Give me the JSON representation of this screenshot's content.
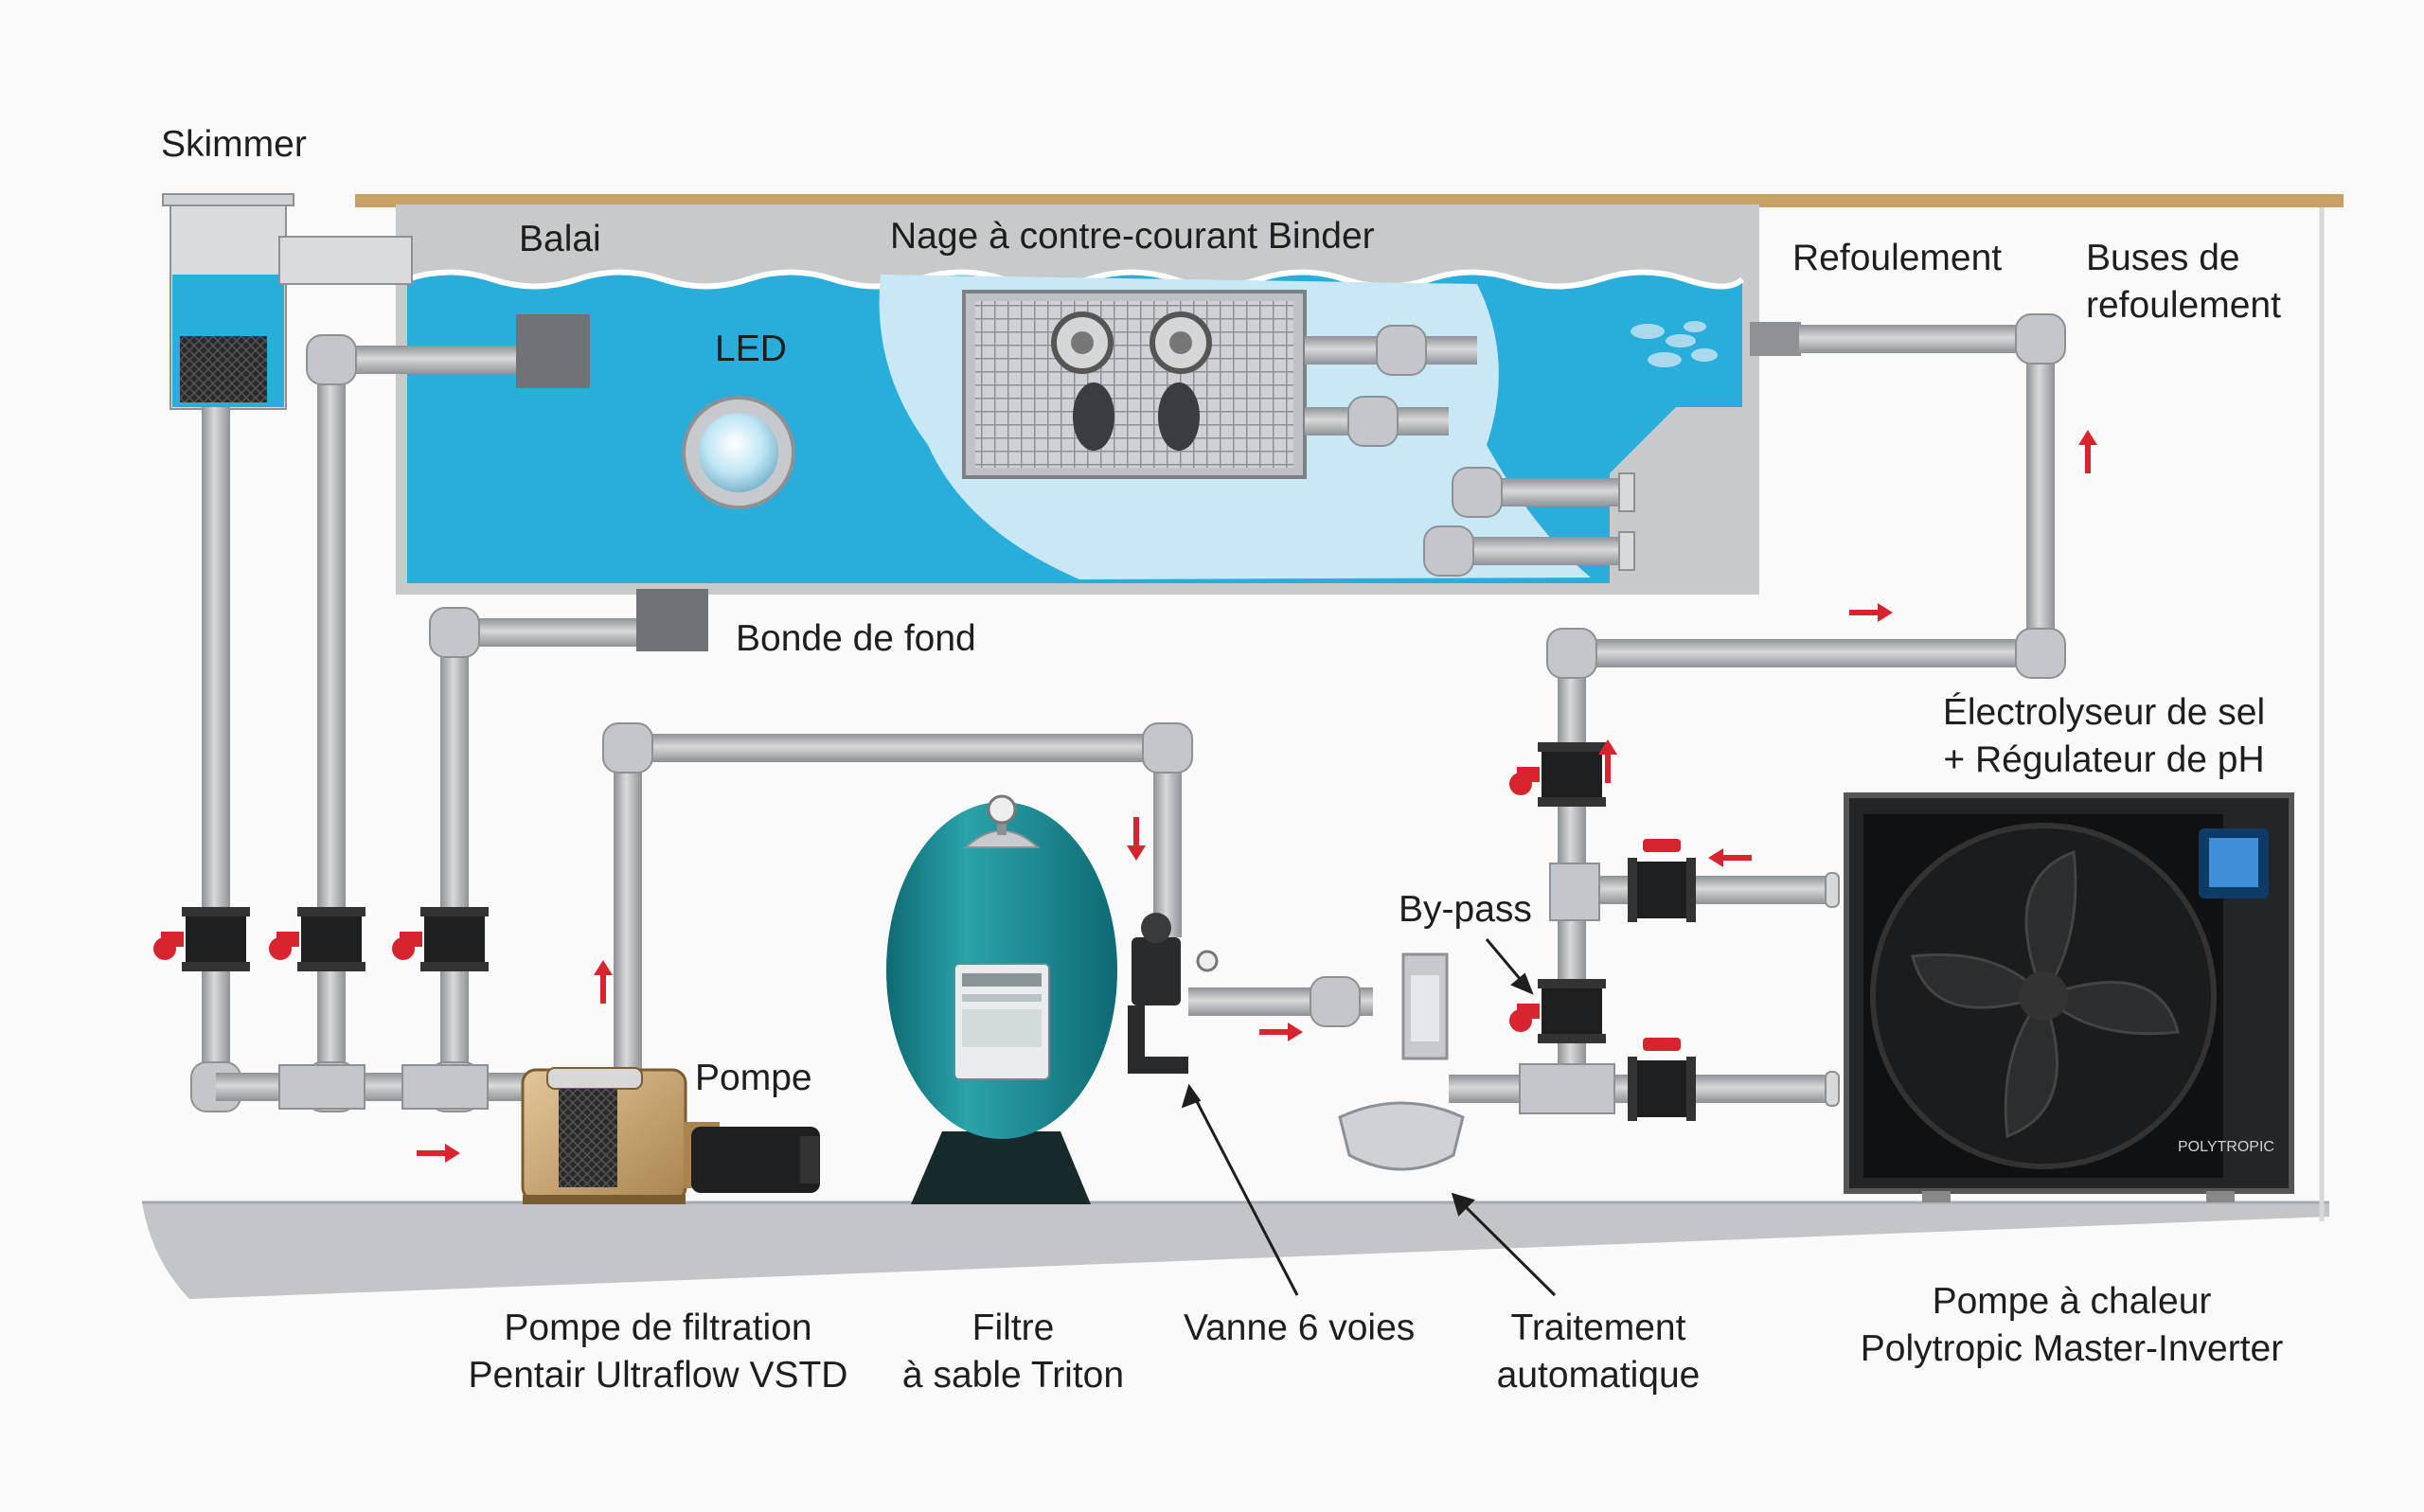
{
  "labels": {
    "skimmer": "Skimmer",
    "balai": "Balai",
    "nage": "Nage à contre-courant Binder",
    "led": "LED",
    "refoulement": "Refoulement",
    "buses": [
      "Buses de",
      "refoulement"
    ],
    "bonde": "Bonde de fond",
    "electrolyseur": [
      "Électrolyseur de sel",
      "+ Régulateur de pH"
    ],
    "bypass": "By-pass",
    "pompe": "Pompe",
    "pompe_filtration": [
      "Pompe de filtration",
      "Pentair Ultraflow VSTD"
    ],
    "filtre": [
      "Filtre",
      "à sable Triton"
    ],
    "vanne": "Vanne 6 voies",
    "traitement": [
      "Traitement",
      "automatique"
    ],
    "pompe_chaleur": [
      "Pompe à chaleur",
      "Polytropic Master-Inverter"
    ],
    "brand": "POLYTROPIC"
  },
  "colors": {
    "water": "#29aedb",
    "water_light": "#c8e8f5",
    "pipe": "#b9bcbe",
    "pipe_edge": "#7d8185",
    "valve_handle": "#d8242f",
    "arrow": "#d8242f",
    "filter_tank": "#1f8f96",
    "deck": "#c9a063",
    "ground": "#c3c6c8",
    "heatpump": "#1d1f21"
  },
  "icons": {
    "skimmer": "skimmer-icon",
    "led": "led-light-icon",
    "swim_jet": "counter-current-unit-icon",
    "pump": "pump-icon",
    "filter": "sand-filter-icon",
    "valve": "six-way-valve-icon",
    "treatment": "automatic-treatment-icon",
    "heatpump": "heat-pump-icon",
    "ball_valve": "ball-valve-icon",
    "flow_arrow": "flow-arrow-icon"
  }
}
